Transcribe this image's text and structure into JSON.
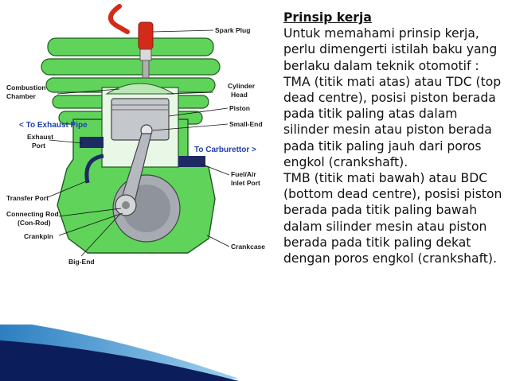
{
  "slide": {
    "title": "Prinsip kerja",
    "paragraphs": [
      "Untuk memahami prinsip kerja, perlu dimengerti istilah baku yang berlaku dalam teknik otomotif :",
      "TMA (titik mati atas) atau TDC (top dead centre), posisi piston berada pada titik paling atas dalam silinder mesin atau piston berada pada titik paling jauh dari poros engkol (crankshaft).",
      "TMB (titik mati bawah) atau BDC (bottom dead centre), posisi piston berada pada titik paling bawah dalam silinder mesin atau piston berada pada titik paling dekat dengan poros engkol (crankshaft)."
    ]
  },
  "diagram": {
    "labels": {
      "spark_plug": "Spark Plug",
      "combustion_chamber_1": "Combustion",
      "combustion_chamber_2": "Chamber",
      "cylinder_head_1": "Cylinder",
      "cylinder_head_2": "Head",
      "piston": "Piston",
      "small_end": "Small-End",
      "exhaust_pipe": "< To Exhaust Pipe",
      "exhaust_port_1": "Exhaust",
      "exhaust_port_2": "Port",
      "carburettor": "To Carburettor >",
      "fuel_air_1": "Fuel/Air",
      "fuel_air_2": "Inlet Port",
      "transfer_port": "Transfer Port",
      "connecting_rod_1": "Connecting Rod",
      "connecting_rod_2": "(Con-Rod)",
      "crankpin": "Crankpin",
      "crankcase": "Crankcase",
      "big_end": "Big-End"
    },
    "colors": {
      "engine_green": "#5fd35a",
      "outline": "#1f5a1f",
      "spark_plug_red": "#d42a1a",
      "metal": "#c4c7cc",
      "label_blue": "#1f3fae"
    }
  },
  "footer": {
    "colors": {
      "dark_blue": "#0b1d5a",
      "light_blue": "#4aa2d8"
    }
  }
}
